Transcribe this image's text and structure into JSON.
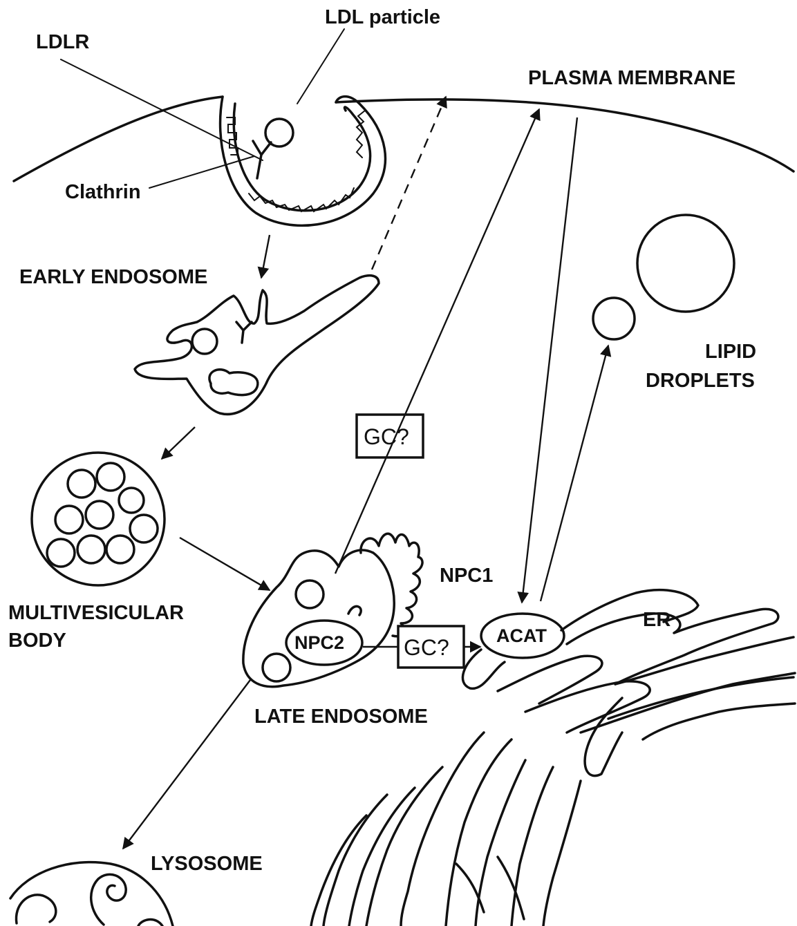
{
  "labels": {
    "ldl_particle": "LDL particle",
    "ldlr": "LDLR",
    "plasma_membrane": "PLASMA MEMBRANE",
    "clathrin": "Clathrin",
    "early_endosome": "EARLY ENDOSOME",
    "lipid_droplets_line1": "LIPID",
    "lipid_droplets_line2": "DROPLETS",
    "gc_upper": "GC?",
    "gc_lower": "GC?",
    "npc1": "NPC1",
    "npc2": "NPC2",
    "acat": "ACAT",
    "er": "ER",
    "multivesicular_line1": "MULTIVESICULAR",
    "multivesicular_line2": "BODY",
    "late_endosome": "LATE ENDOSOME",
    "lysosome": "LYSOSOME"
  }
}
